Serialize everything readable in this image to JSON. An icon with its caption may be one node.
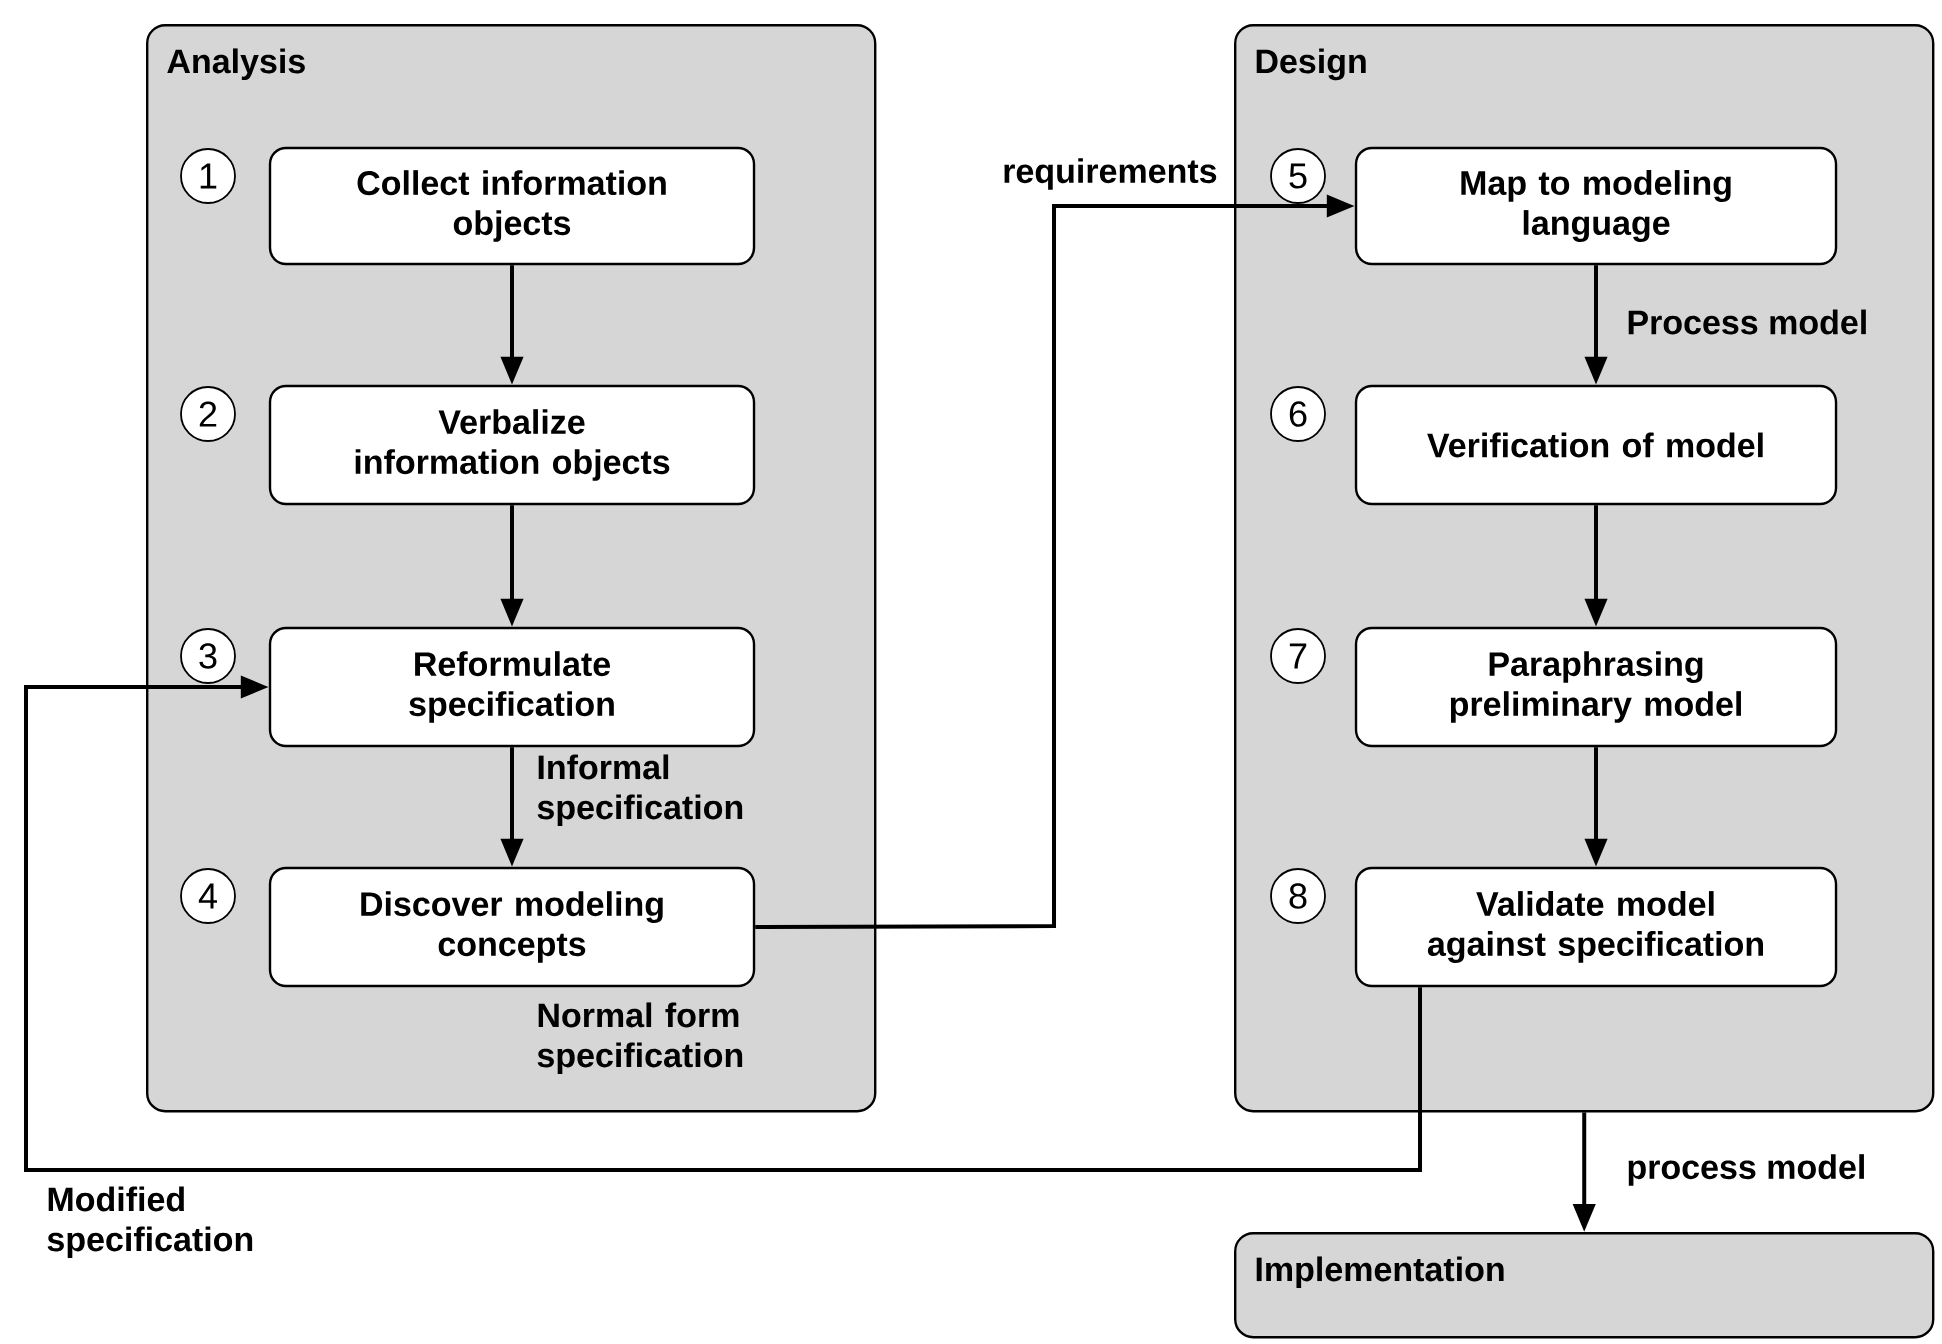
{
  "diagram": {
    "nodes": [
      {
        "text": [
          "Analysis"
        ]
      },
      {
        "text": [
          "1"
        ],
        "in": 0
      },
      {
        "text": [
          "Collect information objects"
        ],
        "in": 0
      },
      {
        "text": [
          "2"
        ],
        "in": 0
      },
      {
        "text": [
          "Verbalize information objects"
        ],
        "in": 0
      },
      {
        "text": [
          "3"
        ],
        "in": 0
      },
      {
        "text": [
          "Reformulate specification"
        ],
        "in": 0
      },
      {
        "text": [
          "4"
        ],
        "in": 0
      },
      {
        "text": [
          "Discover modeling concepts"
        ],
        "in": 0,
        "beside": [
          "Normal form specification"
        ]
      },
      {
        "text": [
          "Design"
        ]
      },
      {
        "text": [
          "5"
        ],
        "in": 9
      },
      {
        "text": [
          "Map to modeling language"
        ],
        "in": 9
      },
      {
        "text": [
          "6"
        ],
        "in": 9
      },
      {
        "text": [
          "Verification of model"
        ],
        "in": 9
      },
      {
        "text": [
          "7"
        ],
        "in": 9
      },
      {
        "text": [
          "Paraphrasing preliminary model"
        ],
        "in": 9
      },
      {
        "text": [
          "8"
        ],
        "in": 9
      },
      {
        "text": [
          "Validate model against specification"
        ],
        "in": 9
      },
      {
        "text": [
          "Implementation"
        ]
      }
    ],
    "edges": [
      {
        "from": 2,
        "to": 4,
        "arrow": "to"
      },
      {
        "from": 4,
        "to": 6,
        "arrow": "to"
      },
      {
        "from": 6,
        "to": 8,
        "arrow": "to",
        "label": "Informal specification"
      },
      {
        "from": 8,
        "to": 11,
        "arrow": "to",
        "label": "requirements"
      },
      {
        "from": 11,
        "to": 13,
        "arrow": "to",
        "label": "Process model"
      },
      {
        "from": 13,
        "to": 15,
        "arrow": "to"
      },
      {
        "from": 15,
        "to": 17,
        "arrow": "to"
      },
      {
        "from": 9,
        "to": 18,
        "arrow": "to",
        "label": "process model"
      },
      {
        "from": 17,
        "to": 6,
        "arrow": "to",
        "label": "Modified specification"
      }
    ]
  }
}
